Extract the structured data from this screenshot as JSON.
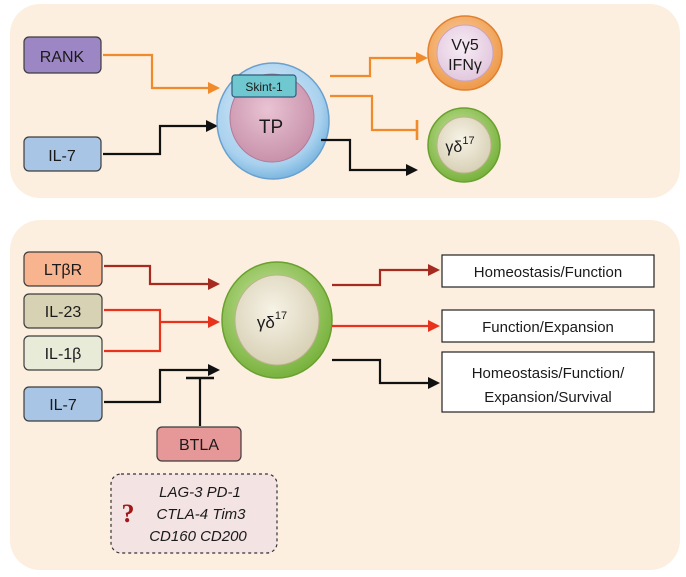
{
  "top_panel": {
    "inputs": {
      "rank": "RANK",
      "il7": "IL-7"
    },
    "tp_cell": {
      "marker": "Skint-1",
      "label": "TP"
    },
    "outputs": {
      "vg5_line1": "Vγ5",
      "vg5_line2": "IFNγ",
      "gd17": "γδ",
      "gd17_sup": "17"
    }
  },
  "bottom_panel": {
    "inputs": {
      "ltbr": "LTβR",
      "il23": "IL-23",
      "il1b": "IL-1β",
      "il7": "IL-7",
      "btla": "BTLA"
    },
    "cell": {
      "label": "γδ",
      "sup": "17"
    },
    "outcomes": {
      "row1": "Homeostasis/Function",
      "row2": "Function/Expansion",
      "row3_line1": "Homeostasis/Function/",
      "row3_line2": "Expansion/Survival"
    },
    "unknown_box": {
      "qmark": "?",
      "line1": "LAG-3 PD-1",
      "line2": "CTLA-4 Tim3",
      "line3": "CD160 CD200"
    }
  },
  "colors": {
    "panel_bg": "#fcefdf",
    "orange": "#f08a2a",
    "dark_red": "#a52a1f",
    "red": "#e8321c",
    "black": "#111111"
  }
}
